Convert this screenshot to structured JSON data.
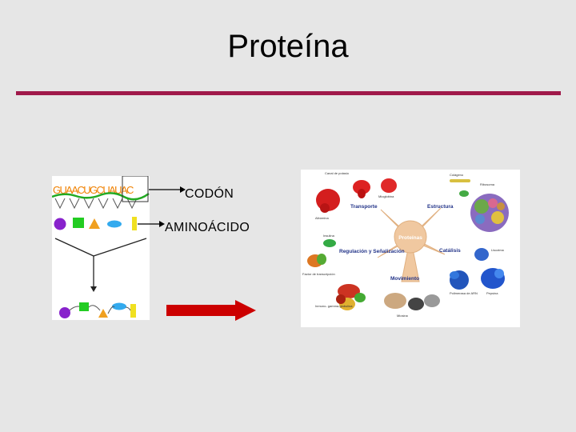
{
  "title": "Proteína",
  "labels": {
    "codon": "CODÓN",
    "amino_acid": "AMINOÁCIDO"
  },
  "rna_sequence": "GUAACUGCUAUAC",
  "protein_diagram": {
    "center": "Proteínas",
    "functions": {
      "transport": "Transporte",
      "structure": "Estructura",
      "regulation": "Regulación y Señalización",
      "catalysis": "Catálisis",
      "movement": "Movimiento"
    },
    "proteins": {
      "potassium_channel": "Canal de potasio",
      "myoglobin": "Mioglobina",
      "albumin": "Albúmina",
      "collagen": "Colágeno",
      "ribosome": "Ribosoma",
      "insulin": "Insulina",
      "transcription_factor": "Factor de transcripción",
      "gamma_globulin": "Inmuno- gamma-globulina",
      "myosin": "Miosina",
      "lysozyme": "Lisozima",
      "rna_polymerase": "Polimerasa de ARN",
      "pepsin": "Pepsina"
    }
  },
  "colors": {
    "accent_rule": "#a0194a",
    "arrow_red": "#cc0000",
    "mrna_green": "#22aa22",
    "circle_purple": "#8822cc",
    "square_green": "#22cc22",
    "triangle_orange": "#f0a020",
    "ellipse_blue": "#33aaee",
    "rect_yellow": "#f0e020",
    "arms_orange": "#f08000"
  }
}
